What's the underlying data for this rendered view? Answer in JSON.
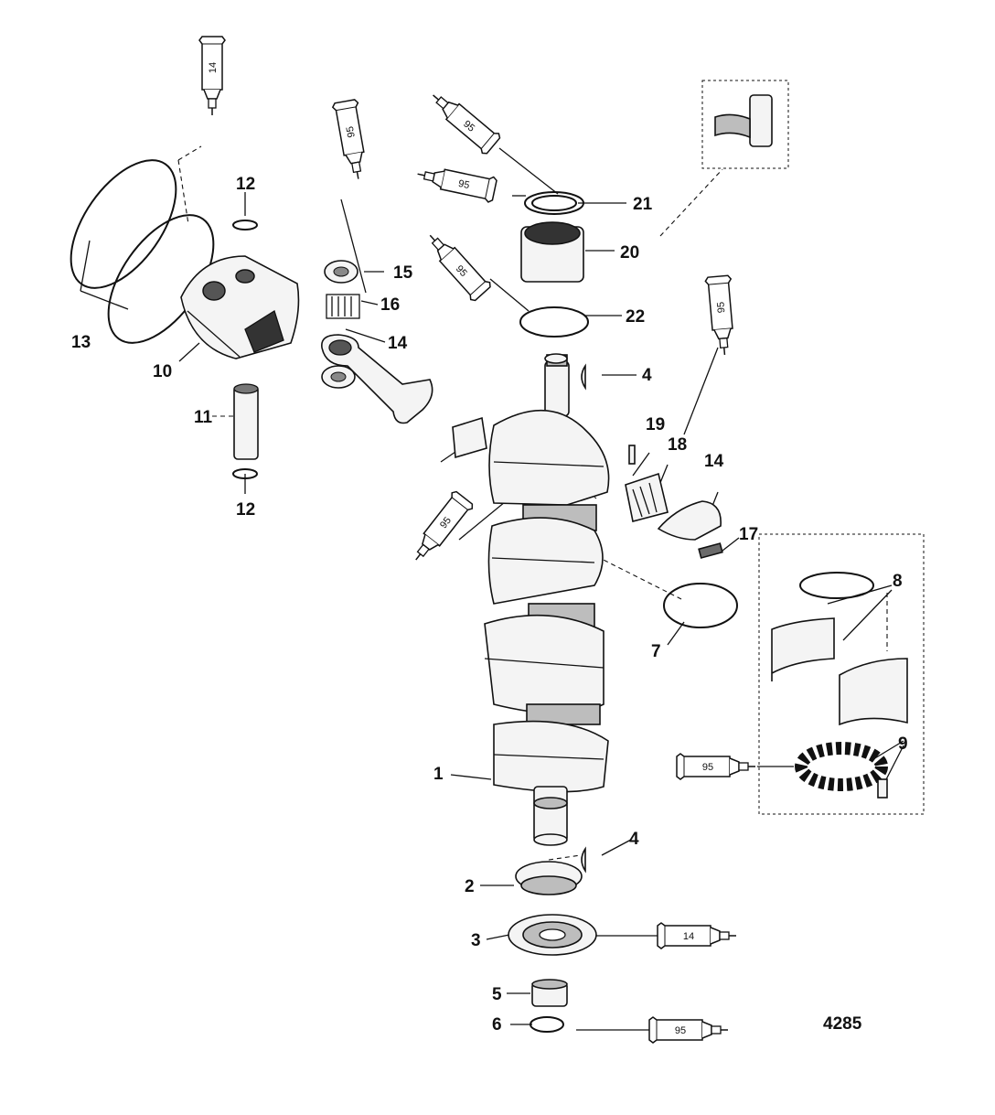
{
  "figure_number": "4285",
  "callouts": {
    "c1": "1",
    "c2": "2",
    "c3": "3",
    "c4a": "4",
    "c4b": "4",
    "c5": "5",
    "c6": "6",
    "c7": "7",
    "c8": "8",
    "c9": "9",
    "c10": "10",
    "c11": "11",
    "c12a": "12",
    "c12b": "12",
    "c13": "13",
    "c14a": "14",
    "c14b": "14",
    "c15": "15",
    "c16": "16",
    "c17": "17",
    "c18": "18",
    "c19": "19",
    "c20": "20",
    "c21": "21",
    "c22": "22"
  },
  "tubes": {
    "t1": "14",
    "t2": "95",
    "t3": "95",
    "t4": "95",
    "t5": "95",
    "t6": "95",
    "t7": "95",
    "t8": "95",
    "t9": "14",
    "t10": "95"
  }
}
